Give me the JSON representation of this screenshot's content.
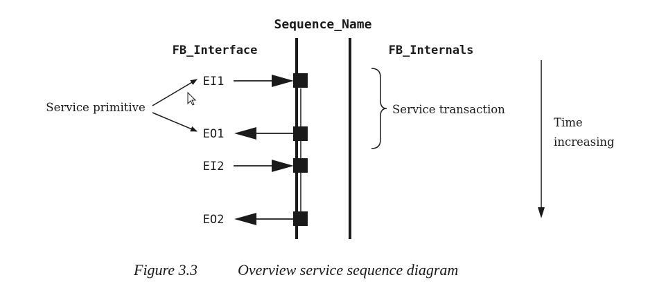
{
  "diagram": {
    "title": "Sequence_Name",
    "left_header": "FB_Interface",
    "right_header": "FB_Internals",
    "events": {
      "ei1": "EI1",
      "eo1": "EO1",
      "ei2": "EI2",
      "eo2": "EO2"
    },
    "service_primitive_label": "Service primitive",
    "service_transaction_label": "Service transaction",
    "time_label_line1": "Time",
    "time_label_line2": "increasing",
    "caption_number": "Figure 3.3",
    "caption_text": "Overview service sequence diagram"
  },
  "colors": {
    "ink": "#1a1a1a",
    "background": "#ffffff"
  }
}
